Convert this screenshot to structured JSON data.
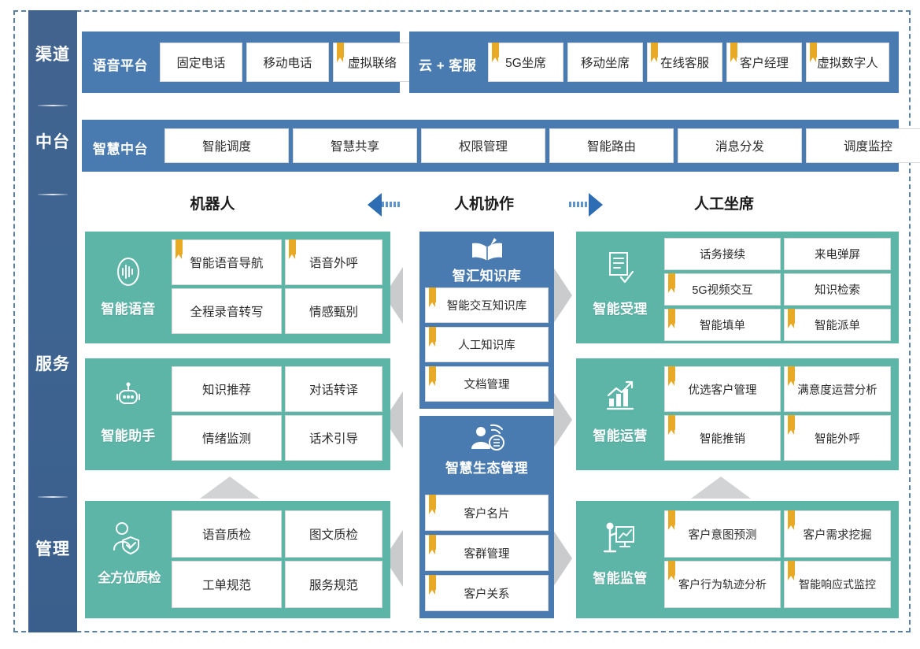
{
  "diagram": {
    "title_layers": [
      "渠道",
      "中台",
      "服务",
      "管理"
    ],
    "sidebar": [
      {
        "label": "渠道"
      },
      {
        "label": "中台"
      },
      {
        "label": "服务"
      },
      {
        "label": "管理"
      }
    ],
    "channel_row": {
      "groups": [
        {
          "title": "语音平台",
          "items": [
            {
              "label": "固定电话",
              "ribbon": false
            },
            {
              "label": "移动电话",
              "ribbon": false
            },
            {
              "label": "虚拟联络",
              "ribbon": true
            }
          ]
        },
        {
          "title": "云 + 客服",
          "items": [
            {
              "label": "5G坐席",
              "ribbon": true
            },
            {
              "label": "移动坐席",
              "ribbon": false
            },
            {
              "label": "在线客服",
              "ribbon": true
            },
            {
              "label": "客户经理",
              "ribbon": true
            },
            {
              "label": "虚拟数字人",
              "ribbon": true
            }
          ]
        }
      ]
    },
    "platform_row": {
      "title": "智慧中台",
      "items": [
        {
          "label": "智能调度"
        },
        {
          "label": "智慧共享"
        },
        {
          "label": "权限管理"
        },
        {
          "label": "智能路由"
        },
        {
          "label": "消息分发"
        },
        {
          "label": "调度监控"
        }
      ]
    },
    "section_headers": {
      "left": "机器人",
      "center": "人机协作",
      "right": "人工坐席"
    },
    "left_column": [
      {
        "label": "智能语音",
        "icon": "voice-wave-icon",
        "cells": [
          {
            "label": "智能语音导航",
            "ribbon": true
          },
          {
            "label": "语音外呼",
            "ribbon": true
          },
          {
            "label": "全程录音转写",
            "ribbon": false
          },
          {
            "label": "情感甄别",
            "ribbon": false
          }
        ]
      },
      {
        "label": "智能助手",
        "icon": "robot-icon",
        "cells": [
          {
            "label": "知识推荐",
            "ribbon": false
          },
          {
            "label": "对话转译",
            "ribbon": false
          },
          {
            "label": "情绪监测",
            "ribbon": false
          },
          {
            "label": "话术引导",
            "ribbon": false
          }
        ]
      },
      {
        "label": "全方位质检",
        "icon": "person-shield-icon",
        "cells": [
          {
            "label": "语音质检",
            "ribbon": false
          },
          {
            "label": "图文质检",
            "ribbon": false
          },
          {
            "label": "工单规范",
            "ribbon": false
          },
          {
            "label": "服务规范",
            "ribbon": false
          }
        ]
      }
    ],
    "center_column": [
      {
        "title": "智汇知识库",
        "icon": "open-book-icon",
        "cells": [
          {
            "label": "智能交互知识库",
            "ribbon": true
          },
          {
            "label": "人工知识库",
            "ribbon": true
          },
          {
            "label": "文档管理",
            "ribbon": true
          }
        ]
      },
      {
        "title": "智慧生态管理",
        "icon": "smart-ecology-icon",
        "cells": [
          {
            "label": "客户名片",
            "ribbon": true
          },
          {
            "label": "客群管理",
            "ribbon": true
          },
          {
            "label": "客户关系",
            "ribbon": true
          }
        ]
      }
    ],
    "right_column": [
      {
        "label": "智能受理",
        "icon": "document-check-icon",
        "cells": [
          {
            "label": "话务接续",
            "ribbon": false
          },
          {
            "label": "来电弹屏",
            "ribbon": false
          },
          {
            "label": "5G视频交互",
            "ribbon": true
          },
          {
            "label": "知识检索",
            "ribbon": false
          },
          {
            "label": "智能填单",
            "ribbon": true
          },
          {
            "label": "智能派单",
            "ribbon": true
          }
        ]
      },
      {
        "label": "智能运营",
        "icon": "growth-chart-icon",
        "cells": [
          {
            "label": "优选客户管理",
            "ribbon": true
          },
          {
            "label": "满意度运营分析",
            "ribbon": true
          },
          {
            "label": "智能推销",
            "ribbon": true
          },
          {
            "label": "智能外呼",
            "ribbon": true
          }
        ]
      },
      {
        "label": "智能监管",
        "icon": "presenter-board-icon",
        "cells": [
          {
            "label": "客户意图预测",
            "ribbon": true
          },
          {
            "label": "客户需求挖掘",
            "ribbon": true
          },
          {
            "label": "客户行为轨迹分析",
            "ribbon": true
          },
          {
            "label": "智能响应式监控",
            "ribbon": true
          }
        ]
      }
    ],
    "colors": {
      "sidebar_blue": "#3E6492",
      "panel_blue": "#4A7BB0",
      "group_teal": "#5DB5A8",
      "ribbon_gold": "#E8A925",
      "arrow_blue": "#2E6DB4",
      "chevron_gray": "#C9CBCD",
      "frame_dashed": "#5A7FA8"
    }
  }
}
